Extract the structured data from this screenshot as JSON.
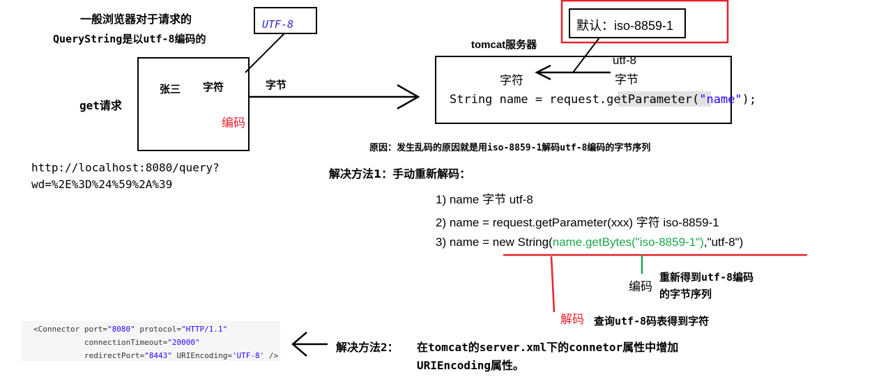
{
  "browser": {
    "note_line1": "一般浏览器对于请求的",
    "note_line2": "QueryString是以utf-8编码的",
    "encoding_box": "UTF-8",
    "get_label": "get请求",
    "name_zh": "张三",
    "char_label": "字符",
    "encode_label": "编码",
    "bytes_label": "字节",
    "url_line1": "http://localhost:8080/query?",
    "url_line2": "wd=%2E%3D%24%59%2A%39"
  },
  "server": {
    "title": "tomcat服务器",
    "default_box": "默认：iso-8859-1",
    "utf8_label": "utf-8",
    "bytes_label": "字节",
    "char_label": "字符",
    "code": {
      "part1": "String name = request.",
      "method": "getParameter",
      "paren_open": "(",
      "arg": "\"name\"",
      "part2": ");"
    }
  },
  "reason": "原因：发生乱码的原因就是用iso-8859-1解码utf-8编码的字节序列",
  "solution1": {
    "title": "解决方法1：手动重新解码：",
    "step1": "1) name  字节  utf-8",
    "step2": "2) name  = request.getParameter(xxx)  字符 iso-8859-1",
    "step3_prefix": "3) name  = new String(",
    "step3_green": "name.getBytes(\"iso-8859-1\")",
    "step3_suffix": ",\"utf-8\")",
    "encode_label": "编码",
    "encode_note_line1": "重新得到utf-8编码",
    "encode_note_line2": "的字节序列",
    "decode_label": "解码",
    "decode_note": "查询utf-8码表得到字符"
  },
  "solution2": {
    "title": "解决方法2：",
    "desc_line1": "在tomcat的server.xml下的connetor属性中增加",
    "desc_line2": "URIEncoding属性。"
  },
  "config": {
    "line1_tag": "<Connector port=",
    "line1_port": "\"8080\"",
    "line1_proto_attr": " protocol=",
    "line1_proto": "\"HTTP/1.1\"",
    "line2_attr": "connectionTimeout=",
    "line2_val": "\"20000\"",
    "line3_attr": "redirectPort=",
    "line3_val": "\"8443\"",
    "line3_attr2": " URIEncoding=",
    "line3_val2": "'UTF-8'",
    "line3_end": " />"
  },
  "colors": {
    "red": "#e8212b",
    "green": "#1aa84a",
    "blue_text": "#2a2acc",
    "code_blue": "#2a00ff"
  }
}
